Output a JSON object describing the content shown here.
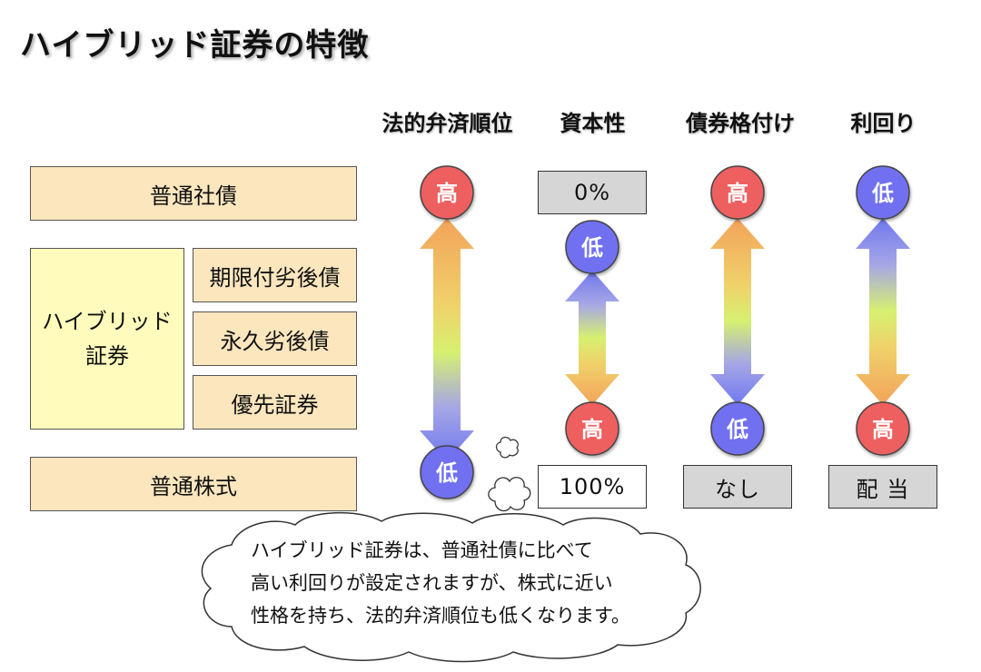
{
  "title": "ハイブリッド証券の特徴",
  "columns": [
    "法的弁済順位",
    "資本性",
    "債券格付け",
    "利回り"
  ],
  "securities": {
    "bond": "普通社債",
    "hybrid": [
      "ハイブリッド",
      "証券"
    ],
    "sub_dated": "期限付劣後債",
    "sub_perpetual": "永久劣後債",
    "preferred": "優先証券",
    "stock": "普通株式"
  },
  "values": {
    "capital_top": "0%",
    "capital_bottom": "100%",
    "rating_bottom": "なし",
    "yield_bottom": "配 当"
  },
  "markers": {
    "high": "高",
    "low": "低"
  },
  "colors": {
    "high": "#ee5f5f",
    "low": "#6f6ff0"
  },
  "bubble": [
    "ハイブリッド証券は、普通社債に比べて",
    "高い利回りが設定されますが、株式に近い",
    "性格を持ち、法的弁済順位も低くなります。"
  ]
}
